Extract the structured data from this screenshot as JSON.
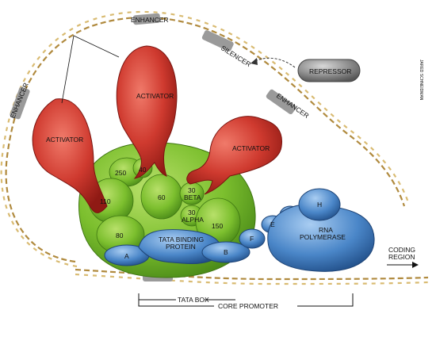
{
  "labels": {
    "enhancer_top": "ENHANCER",
    "enhancer_left": "ENHANCER",
    "enhancer_right": "ENHANCER",
    "silencer": "SILENCER",
    "repressor": "REPRESSOR",
    "activator_1": "ACTIVATOR",
    "activator_2": "ACTIVATOR",
    "activator_3": "ACTIVATOR",
    "tata_binding_1": "TATA BINDING",
    "tata_binding_2": "PROTEIN",
    "rna_1": "RNA",
    "rna_2": "POLYMERASE",
    "coding_1": "CODING",
    "coding_2": "REGION",
    "tata_box": "TATA BOX",
    "core_promoter": "CORE PROMOTER",
    "artist": "JARED SCHNEIDMAN"
  },
  "subunits": {
    "s250": "250",
    "s40": "40",
    "s110": "110",
    "s60": "60",
    "s30beta_1": "30",
    "s30beta_2": "BETA",
    "s30alpha_1": "30",
    "s30alpha_2": "ALPHA",
    "s150": "150",
    "s80": "80",
    "A": "A",
    "B": "B",
    "F": "F",
    "E": "E",
    "H": "H"
  },
  "colors": {
    "activator": "#c8352b",
    "coactivator": "#7cbf2e",
    "factor": "#4a86c8",
    "repressor": "#8a8a8a",
    "dna": "#c9a45a"
  }
}
